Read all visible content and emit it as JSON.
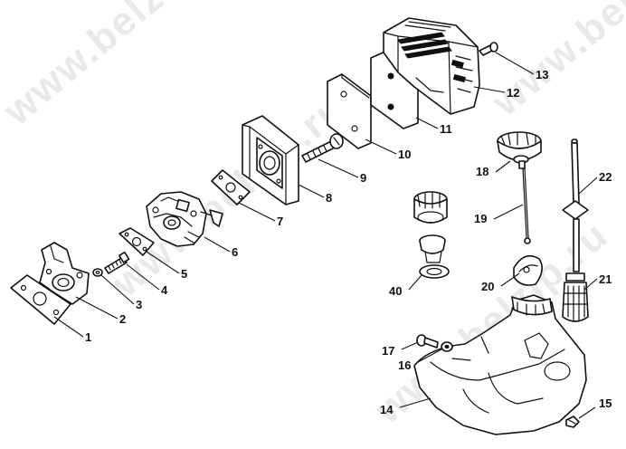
{
  "watermark": "www.belzip.ru",
  "callouts": [
    {
      "id": "c1",
      "text": "1"
    },
    {
      "id": "c2",
      "text": "2"
    },
    {
      "id": "c3",
      "text": "3"
    },
    {
      "id": "c4",
      "text": "4"
    },
    {
      "id": "c5",
      "text": "5"
    },
    {
      "id": "c6",
      "text": "6"
    },
    {
      "id": "c7",
      "text": "7"
    },
    {
      "id": "c8",
      "text": "8"
    },
    {
      "id": "c9",
      "text": "9"
    },
    {
      "id": "c10",
      "text": "10"
    },
    {
      "id": "c11",
      "text": "11"
    },
    {
      "id": "c12",
      "text": "12"
    },
    {
      "id": "c13",
      "text": "13"
    },
    {
      "id": "c14",
      "text": "14"
    },
    {
      "id": "c15",
      "text": "15"
    },
    {
      "id": "c16",
      "text": "16"
    },
    {
      "id": "c17",
      "text": "17"
    },
    {
      "id": "c18",
      "text": "18"
    },
    {
      "id": "c19",
      "text": "19"
    },
    {
      "id": "c20",
      "text": "20"
    },
    {
      "id": "c21",
      "text": "21"
    },
    {
      "id": "c22",
      "text": "22"
    },
    {
      "id": "c40",
      "text": "40"
    }
  ]
}
